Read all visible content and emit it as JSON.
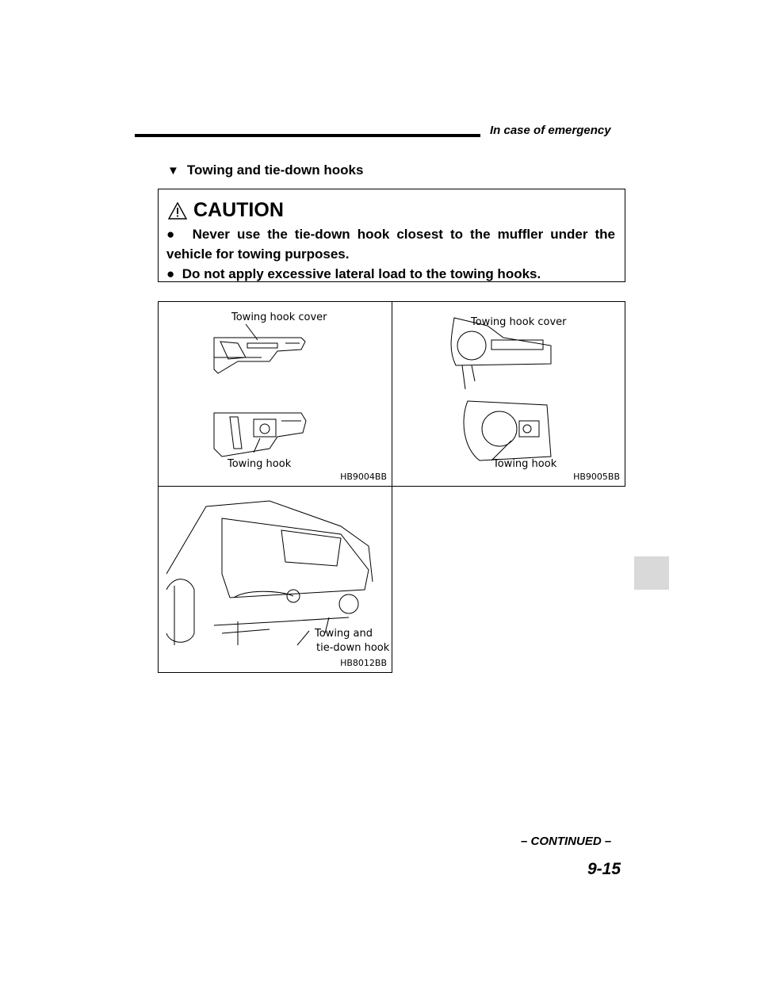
{
  "header": {
    "title": "In case of emergency"
  },
  "section": {
    "marker": "▼",
    "title": "Towing and tie-down hooks"
  },
  "caution": {
    "title": "CAUTION",
    "bullet": "●",
    "items": [
      "Never use the tie-down hook closest to the muffler under the vehicle for towing purposes.",
      "Do not apply excessive lateral load to the towing hooks."
    ]
  },
  "figures": [
    {
      "labels": [
        "Towing hook cover",
        "Towing hook"
      ],
      "code": "HB9004BB"
    },
    {
      "labels": [
        "Towing hook cover",
        "Towing hook"
      ],
      "code": "HB9005BB"
    },
    {
      "labels": [
        "Towing and",
        "tie-down hook"
      ],
      "code": "HB8012BB"
    }
  ],
  "footer": {
    "continued": "– CONTINUED –",
    "page": "9-15"
  }
}
